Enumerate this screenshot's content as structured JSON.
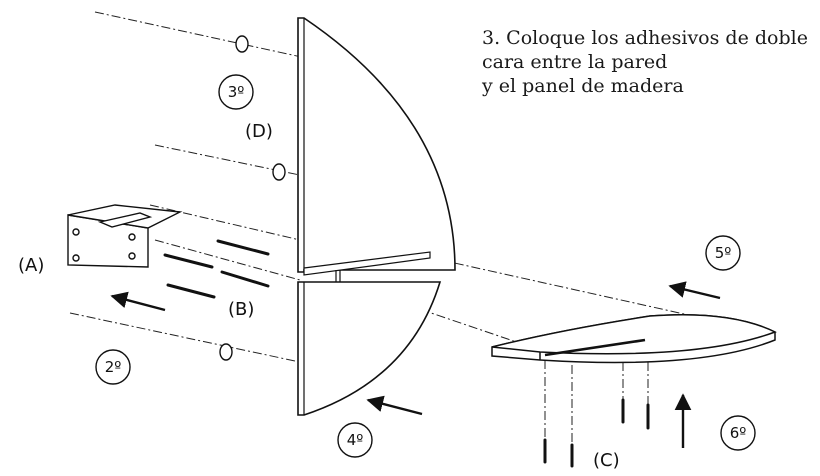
{
  "instructions": {
    "lines": [
      "3. Coloque los adhesivos de doble",
      "cara entre la pared",
      "y el panel de madera"
    ]
  },
  "labels": {
    "part_a": "(A)",
    "part_b": "(B)",
    "part_c": "(C)",
    "part_d": "(D)"
  },
  "steps": {
    "step_2": "2º",
    "step_3": "3º",
    "step_4": "4º",
    "step_5": "5º",
    "step_6": "6º"
  },
  "colors": {
    "line": "#111111",
    "background": "#ffffff"
  }
}
